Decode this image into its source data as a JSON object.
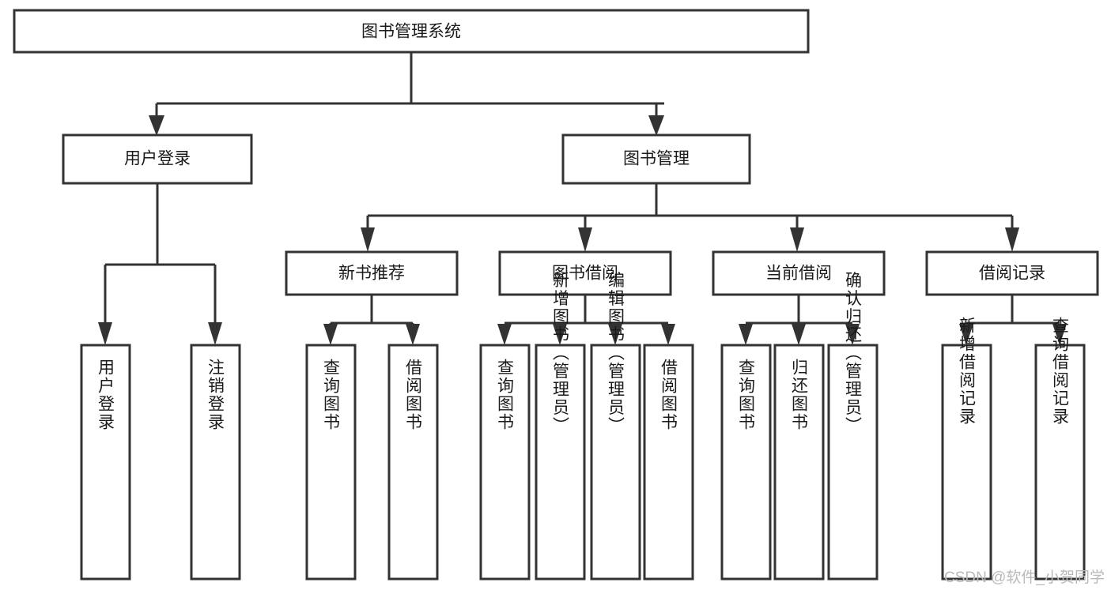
{
  "diagram": {
    "type": "hierarchy-tree",
    "title": "图书管理系统",
    "watermark": "CSDN @软件_小贺同学",
    "colors": {
      "stroke": "#333333",
      "fill": "#ffffff",
      "text": "#1a1a1a",
      "watermark": "#b9b9b9"
    },
    "levels": {
      "root": {
        "label": "图书管理系统"
      },
      "level2": [
        {
          "label": "用户登录"
        },
        {
          "label": "图书管理"
        }
      ],
      "level3": [
        {
          "label": "新书推荐"
        },
        {
          "label": "图书借阅"
        },
        {
          "label": "当前借阅"
        },
        {
          "label": "借阅记录"
        }
      ],
      "leaves_user_login": [
        {
          "label": "用户登录"
        },
        {
          "label": "注销登录"
        }
      ],
      "leaves_new_book": [
        {
          "label": "查询图书"
        },
        {
          "label": "借阅图书"
        }
      ],
      "leaves_borrow": [
        {
          "label": "查询图书"
        },
        {
          "label": "新增图书（管理员）"
        },
        {
          "label": "编辑图书（管理员）"
        },
        {
          "label": "借阅图书"
        }
      ],
      "leaves_current": [
        {
          "label": "查询图书"
        },
        {
          "label": "归还图书"
        },
        {
          "label": "确认归还（管理员）"
        }
      ],
      "leaves_records": [
        {
          "label": "新增借阅记录"
        },
        {
          "label": "查询借阅记录"
        }
      ]
    }
  }
}
